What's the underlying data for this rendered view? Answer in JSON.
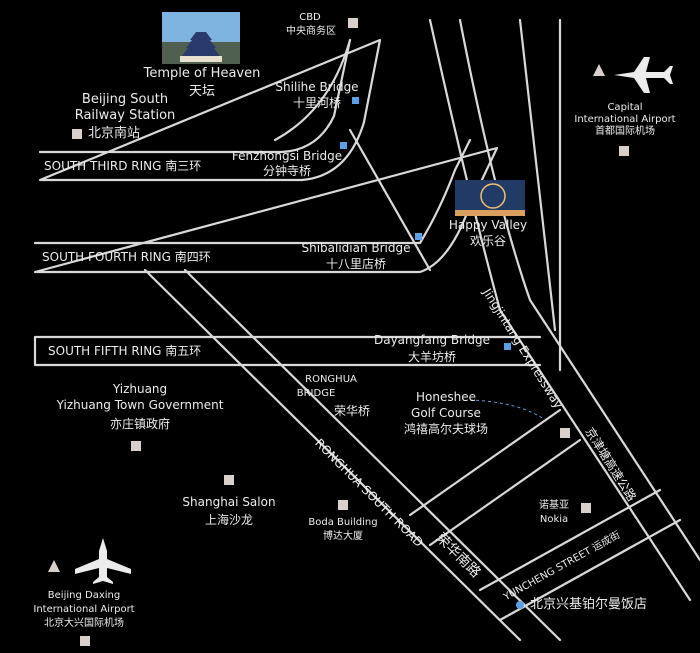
{
  "roads": {
    "south_third_ring": "SOUTH THIRD RING 南三环",
    "south_fourth_ring": "SOUTH FOURTH RING 南四环",
    "south_fifth_ring": "SOUTH FIFTH RING 南五环",
    "jingjintang_en": "Jingjintang Expressway",
    "jingjintang_zh": "京津塘高速公路",
    "ronghua_road_en": "RONGHUA SOUTH ROAD",
    "ronghua_road_zh": "荣华南路",
    "yuncheng_street": "YUNCHENG STREET 运成街"
  },
  "landmarks": {
    "cbd_en": "CBD",
    "cbd_zh": "中央商务区",
    "temple_en": "Temple of Heaven",
    "temple_zh": "天坛",
    "bjs_line1": "Beijing South",
    "bjs_line2": "Railway Station",
    "bjs_zh": "北京南站",
    "shilihe_en": "Shilihe Bridge",
    "shilihe_zh": "十里河桥",
    "fenzhongsi_en": "Fenzhongsi Bridge",
    "fenzhongsi_zh": "分钟寺桥",
    "happy_valley_en": "Happy Valley",
    "happy_valley_zh": "欢乐谷",
    "shibalidian_en": "Shibalidian Bridge",
    "shibalidian_zh": "十八里店桥",
    "dayangfang_en": "Dayangfang Bridge",
    "dayangfang_zh": "大羊坊桥",
    "ronghua_bridge_line1": "RONGHUA",
    "ronghua_bridge_line2": "BRIDGE",
    "ronghua_bridge_zh": "荣华桥",
    "honeshee_line1": "Honeshee",
    "honeshee_line2": "Golf Course",
    "honeshee_zh": "鸿禧高尔夫球场",
    "yizhuang_en": "Yizhuang",
    "yizhuang_gov_en": "Yizhuang Town Government",
    "yizhuang_gov_zh": "亦庄镇政府",
    "shanghai_salon_en": "Shanghai Salon",
    "shanghai_salon_zh": "上海沙龙",
    "boda_en": "Boda Building",
    "boda_zh": "博达大厦",
    "nokia_zh": "诺基亚",
    "nokia_en": "Nokia",
    "hotel_zh": "北京兴基铂尔曼饭店"
  },
  "airports": {
    "capital_line1": "Capital",
    "capital_line2": "International Airport",
    "capital_zh": "首都国际机场",
    "daxing_line1": "Beijing Daxing",
    "daxing_line2": "International Airport",
    "daxing_zh": "北京大兴国际机场"
  },
  "icons": {
    "landmark_marker": "square-marker",
    "bridge_marker": "blue-square-marker",
    "airport": "airplane-icon",
    "direction": "triangle-arrow-icon",
    "hotel": "blue-dot-icon"
  },
  "colors": {
    "background": "#000000",
    "road_outline": "#d9d9d9",
    "text": "#ececec",
    "landmark_marker": "#d9d0cc",
    "bridge_marker": "#5aa0e6"
  }
}
